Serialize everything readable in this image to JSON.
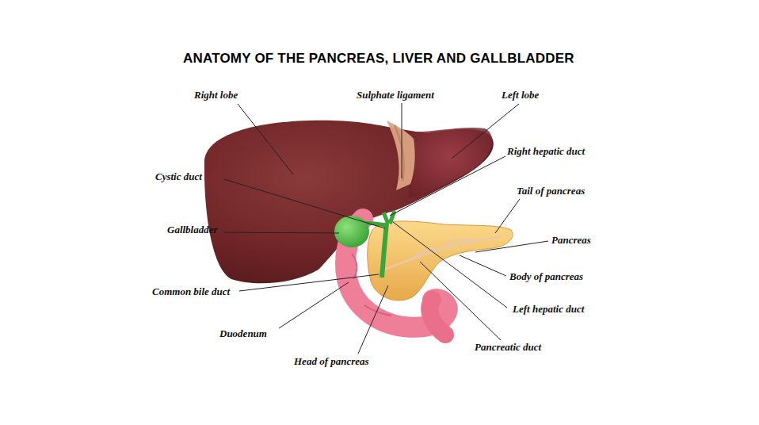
{
  "diagram": {
    "title": "ANATOMY OF THE PANCREAS, LIVER AND GALLBLADDER",
    "labels": [
      "Right lobe",
      "Sulphate ligament",
      "Left lobe",
      "Right hepatic duct",
      "Cystic duct",
      "Tail of pancreas",
      "Gallbladder",
      "Pancreas",
      "Body of pancreas",
      "Common bile duct",
      "Left hepatic duct",
      "Duodenum",
      "Pancreatic duct",
      "Head of pancreas"
    ]
  }
}
